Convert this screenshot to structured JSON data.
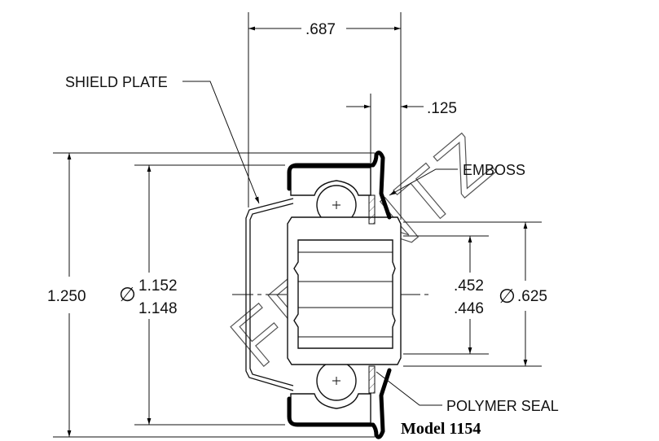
{
  "drawing": {
    "title": "Model 1154",
    "watermark": "FRANTZ",
    "dimensions": {
      "overall_width": ".687",
      "flange_offset": ".125",
      "outer_diameter": "1.250",
      "housing_diameter_max": "1.152",
      "housing_diameter_min": "1.148",
      "diameter_symbol": "∅",
      "bore_max": ".452",
      "bore_min": ".446",
      "hub_diameter": ".625"
    },
    "labels": {
      "shield_plate": "SHIELD PLATE",
      "emboss": "EMBOSS",
      "polymer_seal": "POLYMER SEAL"
    }
  }
}
